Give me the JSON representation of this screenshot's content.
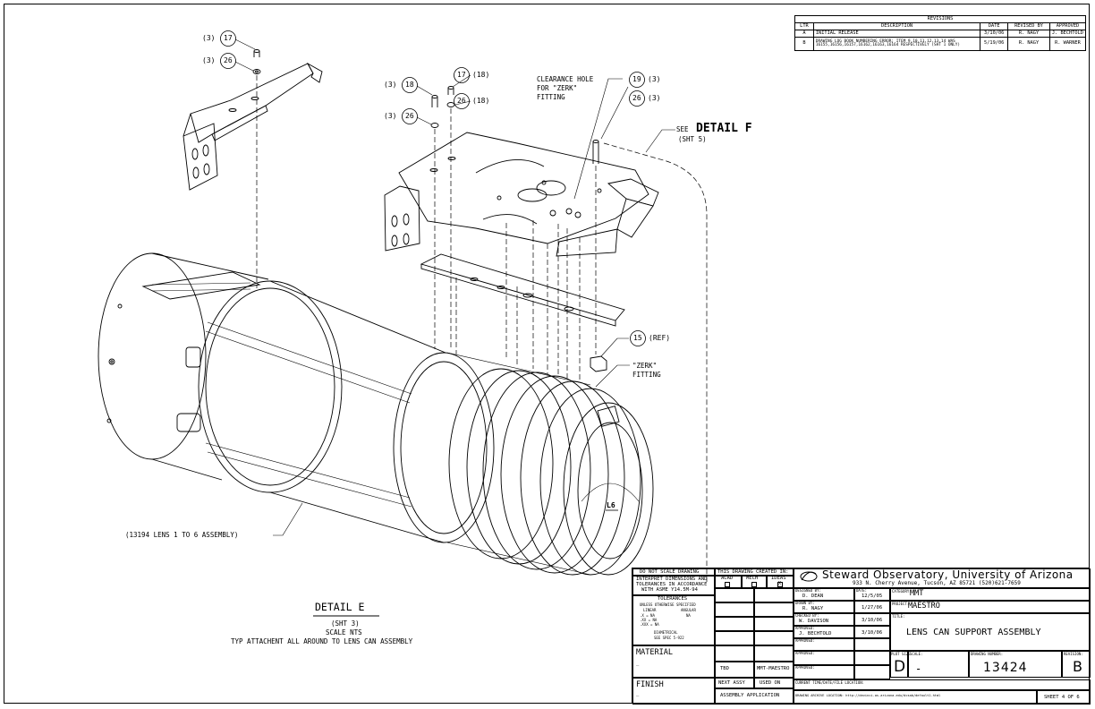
{
  "revisions": {
    "title": "REVISIONS",
    "headers": [
      "LTR",
      "DESCRIPTION",
      "DATE",
      "REVISED BY",
      "APPROVED"
    ],
    "rows": [
      {
        "ltr": "A",
        "desc1": "INITIAL RELEASE",
        "desc2": "",
        "date": "3/10/06",
        "by": "R. NAGY",
        "approved": "J. BECHTOLD"
      },
      {
        "ltr": "B",
        "desc1": "DRAWING LOG BOOK NUMBERING ERROR; ITEM 9,10,11,12,13,14 WAS",
        "desc2": "16155,16156,16157,16162,16163,16164 RESPECTIVELY (SHT 1 ONLY)",
        "date": "5/19/06",
        "by": "R. NAGY",
        "approved": "R. WARNER"
      }
    ]
  },
  "callouts": {
    "c17a_qty": "(3)",
    "c17a_num": "17",
    "c26a_qty": "(3)",
    "c26a_num": "26",
    "c18_qty": "(3)",
    "c18_num": "18",
    "c17b_num": "17",
    "c17b_qty": "(18)",
    "c26b_num": "26",
    "c26b_qty": "(18)",
    "c26c_qty": "(3)",
    "c26c_num": "26",
    "clearance1": "CLEARANCE HOLE",
    "clearance2": "FOR \"ZERK\"",
    "clearance3": "FITTING",
    "c19_num": "19",
    "c19_qty": "(3)",
    "c26d_num": "26",
    "c26d_qty": "(3)",
    "see": "SEE",
    "detailf": "DETAIL F",
    "sht5": "(SHT 5)",
    "c15_num": "15",
    "c15_qty": "(REF)",
    "zerk1": "\"ZERK\"",
    "zerk2": "FITTING",
    "lens_asm": "(13194 LENS 1 TO 6 ASSEMBLY)",
    "l6": "L6"
  },
  "detail": {
    "title": "DETAIL E",
    "sheet": "(SHT 3)",
    "scale": "SCALE NTS",
    "note": "TYP ATTACHENT ALL AROUND TO LENS CAN ASSEMBLY"
  },
  "title_block": {
    "no_scale": "DO NOT SCALE DRAWING",
    "interpret1": "INTERPRET DIMENSIONS AND",
    "interpret2": "TOLERANCES IN ACCORDANCE",
    "interpret3": "WITH ASME Y14.5M-94",
    "tolerances": "TOLERANCES",
    "unless": "UNLESS OTHERWISE SPECIFIED",
    "linear": "LINEAR",
    "angular": "ANGULAR",
    "tol1": ".X   = NA",
    "tol2": ".XX  = NA",
    "tol3": ".XXX = NA",
    "angular_val": "NA",
    "diametrical": "DIAMETRICAL",
    "see_spec": "SEE SPEC 5-922",
    "material_label": "MATERIAL",
    "material_val": "_",
    "finish_label": "FINISH",
    "finish_val": "_",
    "created_in": "THIS DRAWING CREATED IN:",
    "acad": "ACAD",
    "mech": "MECH",
    "ideas": "IDEAS",
    "ideas_check": "X",
    "tbd": "TBD",
    "mmt_maestro": "MMT-MAESTRO",
    "next_assy": "NEXT ASSY",
    "used_on": "USED ON",
    "assembly_application": "ASSEMBLY APPLICATION",
    "org": "Steward Observatory, University of Arizona",
    "address": "933 N. Cherry Avenue, Tucson, AZ  85721   (520)621-7659",
    "designed_by_label": "DESIGNED BY:",
    "designed_by": "D. DEAN",
    "date_label": "DATE:",
    "designed_date": "12/5/05",
    "drawn_by_label": "DRAWN BY:",
    "drawn_by": "R. NAGY",
    "drawn_date": "1/27/06",
    "checked_by_label": "CHECKED BY:",
    "checked_by": "W. DAVISON",
    "checked_date": "3/10/06",
    "approved_label": "APPROVED:",
    "approved_by": "J. BECHTOLD",
    "approved_date": "3/10/06",
    "category_label": "CATEGORY:",
    "category": "MMT",
    "project_label": "PROJECT:",
    "project": "MAESTRO",
    "title_label": "TITLE:",
    "title": "LENS CAN SUPPORT ASSEMBLY",
    "plot_size_label": "PLOT SIZE",
    "plot_size": "D",
    "scale_label": "SCALE:",
    "scale": "-",
    "drawing_number_label": "DRAWING NUMBER:",
    "drawing_number": "13424",
    "revision_label": "REVISION:",
    "revision": "B",
    "current_time_label": "CURRENT TIME/DATE/FILE LOCATION:",
    "archive_label": "DRAWING ARCHIVE LOCATION: http://devinci.as.arizona.edu/dcsab/default1.html",
    "sheet": "SHEET 4 OF 6"
  }
}
